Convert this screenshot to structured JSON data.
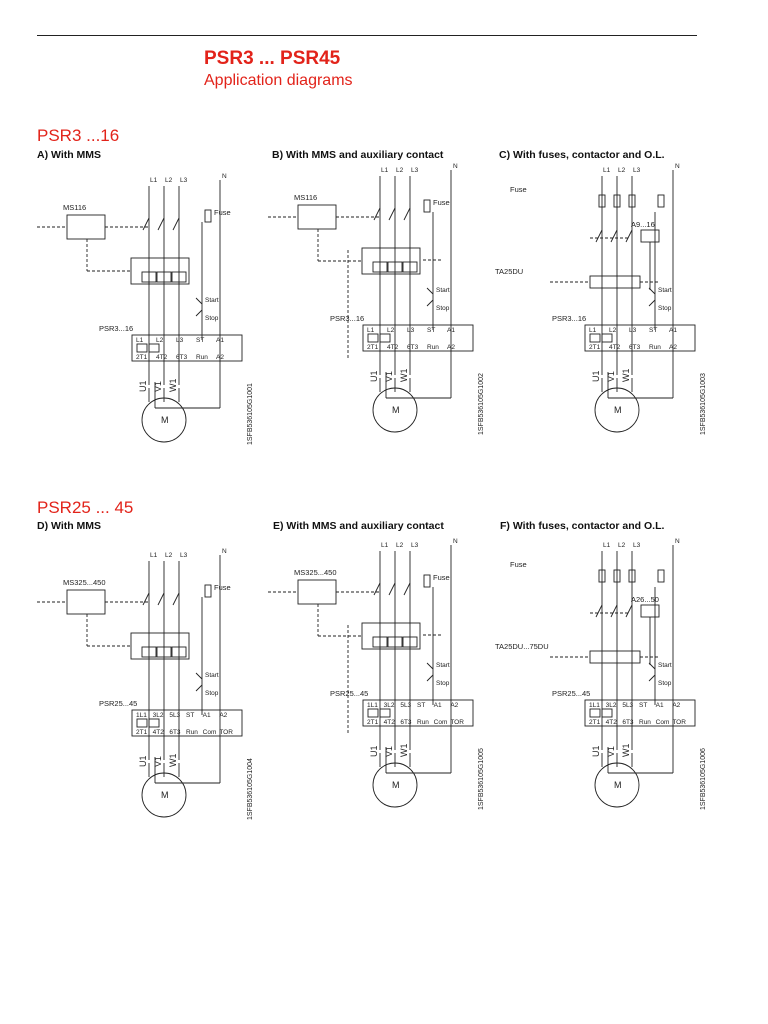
{
  "header": {
    "title": "PSR3 ... PSR45",
    "subtitle": "Application diagrams"
  },
  "sections": [
    {
      "title": "PSR3 ...16",
      "diagrams": [
        {
          "caption": "A) With MMS",
          "protection": "MS116",
          "unit": "PSR3...16",
          "code": "1SFB536105G1001",
          "mode": "mms",
          "terms": [
            "L1",
            "L2",
            "L3",
            "ST",
            "A1"
          ],
          "outs": [
            "2T1",
            "4T2",
            "6T3",
            "Run",
            "A2"
          ]
        },
        {
          "caption": "B) With MMS and auxiliary contact",
          "protection": "MS116",
          "unit": "PSR3...16",
          "code": "1SFB536105G1002",
          "mode": "aux",
          "terms": [
            "L1",
            "L2",
            "L3",
            "ST",
            "A1"
          ],
          "outs": [
            "2T1",
            "4T2",
            "6T3",
            "Run",
            "A2"
          ]
        },
        {
          "caption": "C) With fuses, contactor and O.L.",
          "protection": "A9...16",
          "overload": "TA25DU",
          "unit": "PSR3...16",
          "code": "1SFB536105G1003",
          "mode": "fuse",
          "terms": [
            "L1",
            "L2",
            "L3",
            "ST",
            "A1"
          ],
          "outs": [
            "2T1",
            "4T2",
            "6T3",
            "Run",
            "A2"
          ]
        }
      ]
    },
    {
      "title": "PSR25 ... 45",
      "diagrams": [
        {
          "caption": "D) With MMS",
          "protection": "MS325...450",
          "unit": "PSR25...45",
          "code": "1SFB536105G1004",
          "mode": "mms",
          "terms": [
            "1L1",
            "3L2",
            "5L3",
            "ST",
            "A1",
            "A2"
          ],
          "outs": [
            "2T1",
            "4T2",
            "6T3",
            "Run",
            "Com",
            "TOR"
          ]
        },
        {
          "caption": "E) With MMS and auxiliary contact",
          "protection": "MS325...450",
          "unit": "PSR25...45",
          "code": "1SFB536105G1005",
          "mode": "aux",
          "terms": [
            "1L1",
            "3L2",
            "5L3",
            "ST",
            "A1",
            "A2"
          ],
          "outs": [
            "2T1",
            "4T2",
            "6T3",
            "Run",
            "Com",
            "TOR"
          ]
        },
        {
          "caption": "F) With fuses, contactor and O.L.",
          "protection": "A26...50",
          "overload": "TA25DU...75DU",
          "unit": "PSR25...45",
          "code": "1SFB536105G1006",
          "mode": "fuse",
          "terms": [
            "1L1",
            "3L2",
            "5L3",
            "ST",
            "A1",
            "A2"
          ],
          "outs": [
            "2T1",
            "4T2",
            "6T3",
            "Run",
            "Com",
            "TOR"
          ]
        }
      ]
    }
  ],
  "common": {
    "lines": [
      "L1",
      "L2",
      "L3"
    ],
    "neutral": "N",
    "fuse": "Fuse",
    "start": "Start",
    "stop": "Stop",
    "phases": [
      "U1",
      "V1",
      "W1"
    ],
    "motor": "M"
  }
}
